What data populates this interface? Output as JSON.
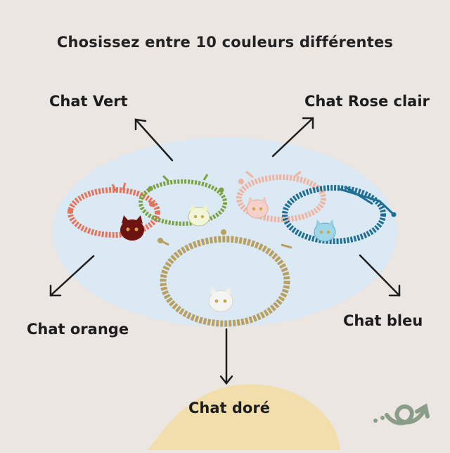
{
  "title": "Chosissez entre 10 couleurs différentes",
  "labels": {
    "green": "Chat Vert",
    "pink": "Chat Rose clair",
    "orange": "Chat orange",
    "blue": "Chat bleu",
    "gold": "Chat doré"
  },
  "colors": {
    "background": "#ece6e3",
    "backdrop": "#dbe9f4",
    "orange_cord": "#e4755d",
    "green_cord": "#7aa23d",
    "pink_cord": "#f0b3a0",
    "blue_cord": "#1f6e93",
    "gold_cord": "#b8a062",
    "accent_yellow": "#f2deaa",
    "accent_green": "#8a9d88"
  }
}
